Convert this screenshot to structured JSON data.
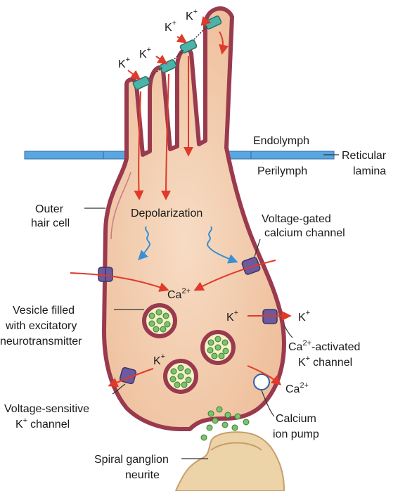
{
  "colors": {
    "cell_fill": "#f0c9a8",
    "cell_fill_light": "#f7dcc4",
    "membrane": "#9a3a4e",
    "membrane_outer": "#b85a6e",
    "lamina": "#5aa6e0",
    "arrow": "#e03a2a",
    "wave": "#3a8fd6",
    "channel": "#6b5a9e",
    "mech_channel": "#4bb3a8",
    "vesicle_ring": "#9a3a4e",
    "vesicle_fill": "#f5f0c8",
    "nt_granule": "#7ac46b",
    "neurite": "#ecd3a8"
  },
  "labels": {
    "k_tip1": "K",
    "k_tip2": "K",
    "k_tip3": "K",
    "k_tip4": "K",
    "k_sup": "+",
    "endolymph": "Endolymph",
    "perilymph": "Perilymph",
    "reticular": "Reticular",
    "lamina": "lamina",
    "outer": "Outer",
    "hair_cell": "hair cell",
    "depolarization": "Depolarization",
    "vgcc_1": "Voltage-gated",
    "vgcc_2": "calcium channel",
    "ca_center": "Ca",
    "ca_sup": "2+",
    "vesicle_1": "Vesicle filled",
    "vesicle_2": "with excitatory",
    "vesicle_3": "neurotransmitter",
    "k_in": "K",
    "k_out": "K",
    "cak_1a": "Ca",
    "cak_1b": "-activated",
    "cak_2a": "K",
    "cak_2b": "channel",
    "k_lower": "K",
    "ca_out": "Ca",
    "vsk_1": "Voltage-sensitive",
    "vsk_2a": "K",
    "vsk_2b": "channel",
    "pump_1": "Calcium",
    "pump_2": "ion pump",
    "sgn_1": "Spiral ganglion",
    "sgn_2": "neurite"
  }
}
